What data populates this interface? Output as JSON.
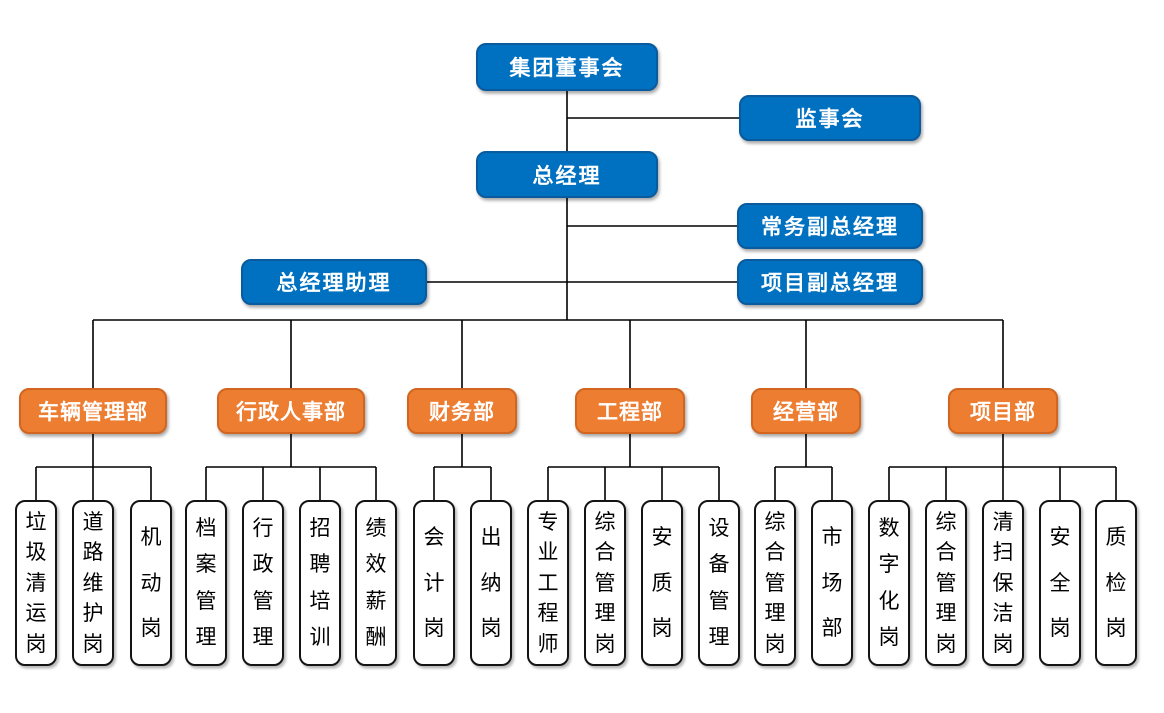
{
  "colors": {
    "management_node_fill": "#0070C0",
    "management_node_border": "#0a5a9e",
    "department_node_fill": "#ED7D31",
    "department_node_border": "#d2651f",
    "position_node_fill": "#ffffff",
    "position_node_border": "#141414",
    "connector_line": "#000000",
    "text_on_color": "#ffffff",
    "text_on_white": "#000000"
  },
  "nodes": {
    "board": "集团董事会",
    "supervisory": "监事会",
    "general_manager": "总经理",
    "executive_deputy_gm": "常务副总经理",
    "gm_assistant": "总经理助理",
    "project_deputy_gm": "项目副总经理"
  },
  "departments": [
    {
      "name": "车辆管理部",
      "positions": [
        "垃圾清运岗",
        "道路维护岗",
        "机动岗"
      ]
    },
    {
      "name": "行政人事部",
      "positions": [
        "档案管理",
        "行政管理",
        "招聘培训",
        "绩效薪酬"
      ]
    },
    {
      "name": "财务部",
      "positions": [
        "会计岗",
        "出纳岗"
      ]
    },
    {
      "name": "工程部",
      "positions": [
        "专业工程师",
        "综合管理岗",
        "安质岗",
        "设备管理"
      ]
    },
    {
      "name": "经营部",
      "positions": [
        "综合管理岗",
        "市场部"
      ]
    },
    {
      "name": "项目部",
      "positions": [
        "数字化岗",
        "综合管理岗",
        "清扫保洁岗",
        "安全岗",
        "质检岗"
      ]
    }
  ]
}
